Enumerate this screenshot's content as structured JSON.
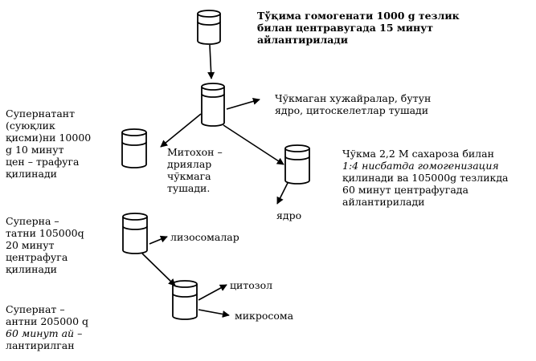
{
  "steps": {
    "homogenate": {
      "lines": [
        "Тўқима гомогенати 1000 g тезлик",
        "билан центравугада 15 минут",
        "айлантирилади"
      ]
    },
    "cells_pellet": {
      "lines": [
        "Чўкмаган хужайралар, бутун",
        "ядро, цитоскелетлар тушади"
      ]
    },
    "supernatant1": {
      "lines": [
        "Супернатант",
        "(суюқлик",
        "қисми)ни 10000",
        "g    10   минут",
        "цен – трафуга",
        "қилинади"
      ]
    },
    "mito": {
      "lines": [
        "Митохон –",
        "дриялар",
        "чўкмага",
        "тушади."
      ]
    },
    "sucrose": {
      "lines": [
        "Чўкма 2,2 М сахароза билан",
        "1:4  нисбатда гомогенизация",
        "қилинади ва 105000g тезликда",
        "60        минут       центрафугада",
        "айлантирилади"
      ]
    },
    "nucleus": {
      "label": "ядро"
    },
    "supernatant2": {
      "lines": [
        "Суперна –",
        "татни  105000q",
        "20          минут",
        "центрафуга",
        "қилинади"
      ]
    },
    "lysosomes": {
      "label": "лизосомалар"
    },
    "cytosol": {
      "label": "цитозол"
    },
    "microsome": {
      "label": "микросома"
    },
    "supernatant3": {
      "lines": [
        "Супернат –",
        "антни 205000 q",
        "60 минут ай –",
        "лантирилган"
      ]
    }
  }
}
